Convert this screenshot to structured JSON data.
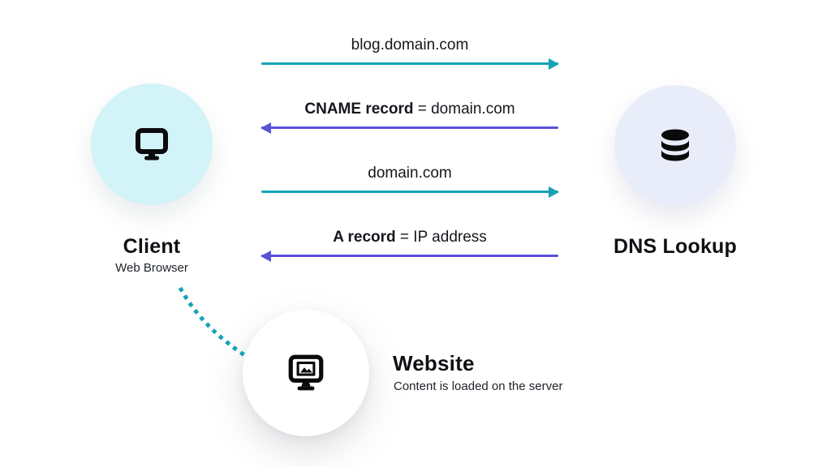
{
  "theme": {
    "bg": "#ffffff",
    "teal": "#14a3b4",
    "purple": "#5a50d8",
    "client-bg": "#d2f3f7",
    "dns-bg": "#e9edfa",
    "website-bg": "#ffffff",
    "text": "#111111"
  },
  "nodes": {
    "client": {
      "title": "Client",
      "subtitle": "Web Browser",
      "icon": "monitor-icon"
    },
    "dns": {
      "title": "DNS Lookup",
      "icon": "database-icon"
    },
    "website": {
      "title": "Website",
      "subtitle": "Content is loaded on the server",
      "icon": "monitor-picture-icon"
    }
  },
  "messages": [
    {
      "bold": "",
      "text": "blog.domain.com",
      "direction": "right",
      "color": "teal"
    },
    {
      "bold": "CNAME record",
      "text": " = domain.com",
      "direction": "left",
      "color": "purple"
    },
    {
      "bold": "",
      "text": "domain.com",
      "direction": "right",
      "color": "teal"
    },
    {
      "bold": "A record",
      "text": " = IP address",
      "direction": "left",
      "color": "purple"
    }
  ]
}
